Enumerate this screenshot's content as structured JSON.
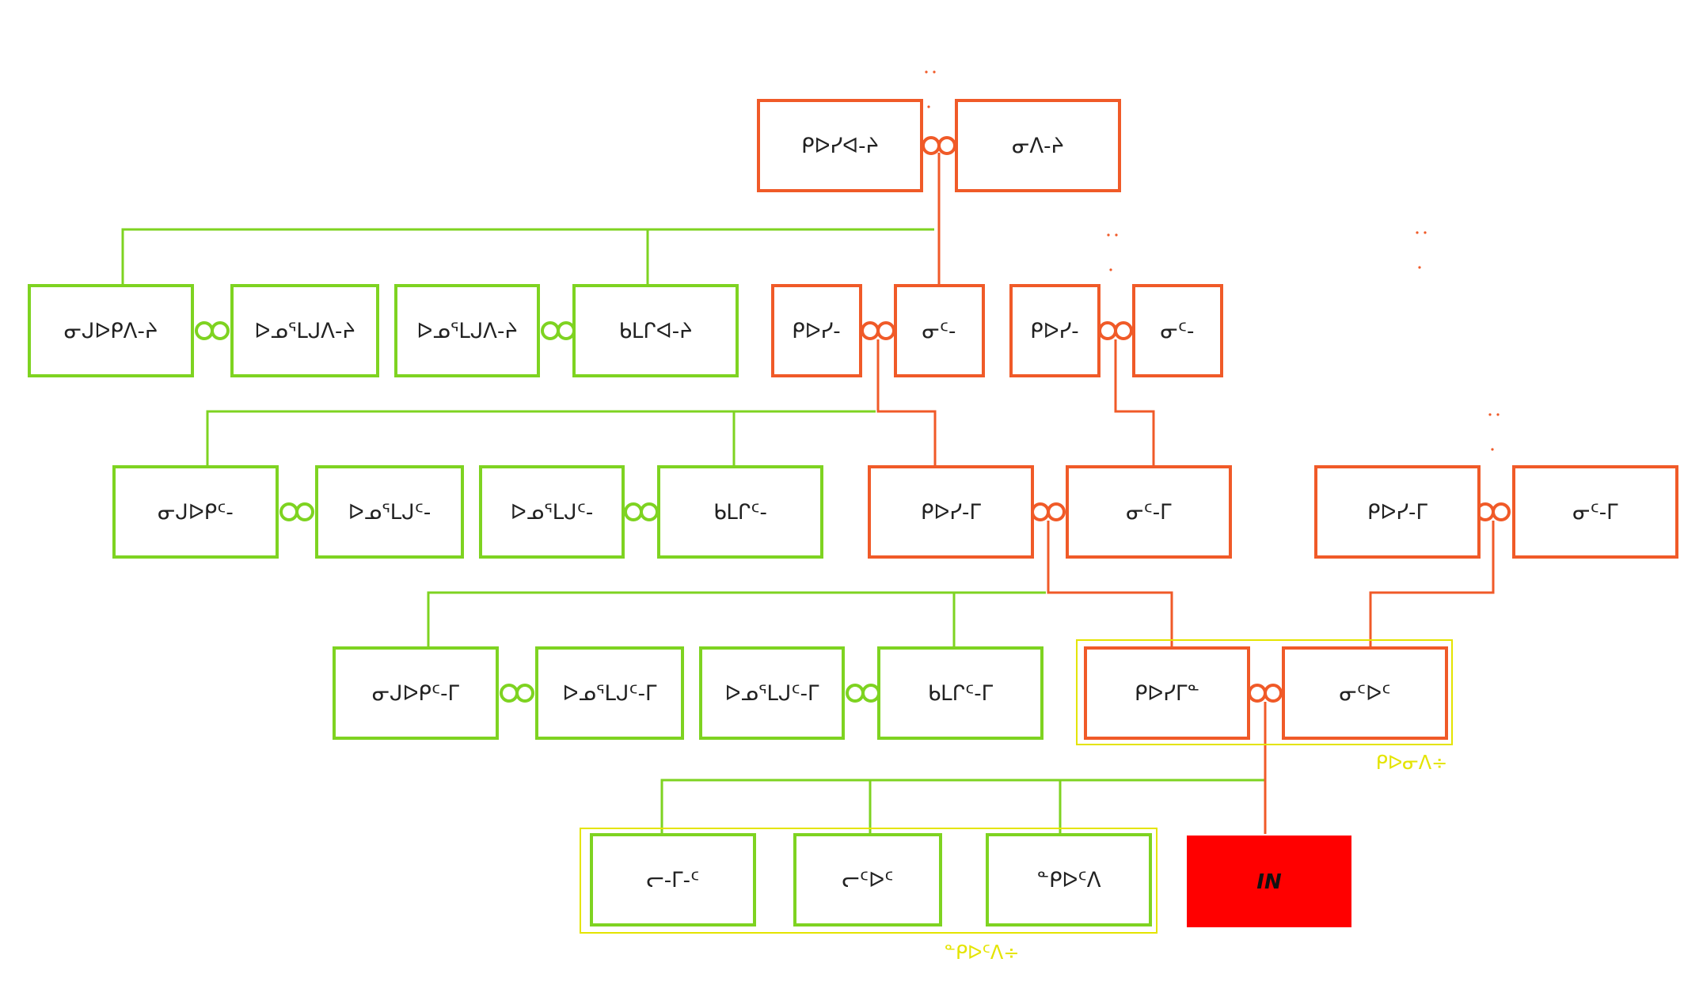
{
  "colors": {
    "male_line": "#f05a28",
    "female_line": "#7ed321",
    "group_outline": "#e4e400",
    "me_fill": "#ff0000"
  },
  "nodes": {
    "gen1_grandfather": "ᑭᐅᓯᐊ-ᔨ",
    "gen1_grandmother": "ᓂᐱ-ᔨ",
    "gen2_aunt1": "ᓂᒍᐅᑭᐱ-ᔨ",
    "gen2_uncle1": "ᐅᓄᕐᒪᒍᐱ-ᔨ",
    "gen2_aunt2": "ᐅᓄᕐᒪᒍᐱ-ᔨ",
    "gen2_uncle2": "ᑲᒪᒋᐊ-ᔨ",
    "gen2_father": "ᑭᐅᓯ-",
    "gen2_mother": "ᓂᑦ-",
    "gen2_grandfather_m": "ᑭᐅᓯ-",
    "gen2_grandmother_m": "ᓂᑦ-",
    "gen3_aunt1": "ᓂᒍᐅᑭᑦ-",
    "gen3_uncle1": "ᐅᓄᕐᒪᒍᑦ-",
    "gen3_aunt2": "ᐅᓄᕐᒪᒍᑦ-",
    "gen3_uncle2": "ᑲᒪᒋᑦ-",
    "gen3_father": "ᑭᐅᓯ-ᒥ",
    "gen3_mother": "ᓂᑦ-ᒥ",
    "gen3_mfather": "ᑭᐅᓯ-ᒥ",
    "gen3_mmother": "ᓂᑦ-ᒥ",
    "gen4_aunt1": "ᓂᒍᐅᑭᑦ-ᒥ",
    "gen4_uncle1": "ᐅᓄᕐᒪᒍᑦ-ᒥ",
    "gen4_aunt2": "ᐅᓄᕐᒪᒍᑦ-ᒥ",
    "gen4_uncle2": "ᑲᒪᒋᑦ-ᒥ",
    "gen4_father": "ᑭᐅᓯᒥᓐ",
    "gen4_mother": "ᓂᑦᐅᑦ",
    "gen5_sib1": "ᓕ-ᒥ-ᑦ",
    "gen5_sib2": "ᓕᑦᐅᑦ",
    "gen5_sib3": "ᓐᑭᐅᑦᐱ",
    "me": "IN"
  },
  "groups": {
    "parents_label": "ᑭᐅᓂᐱ÷",
    "siblings_label": "ᓐᑭᐅᑦᐱ÷"
  }
}
